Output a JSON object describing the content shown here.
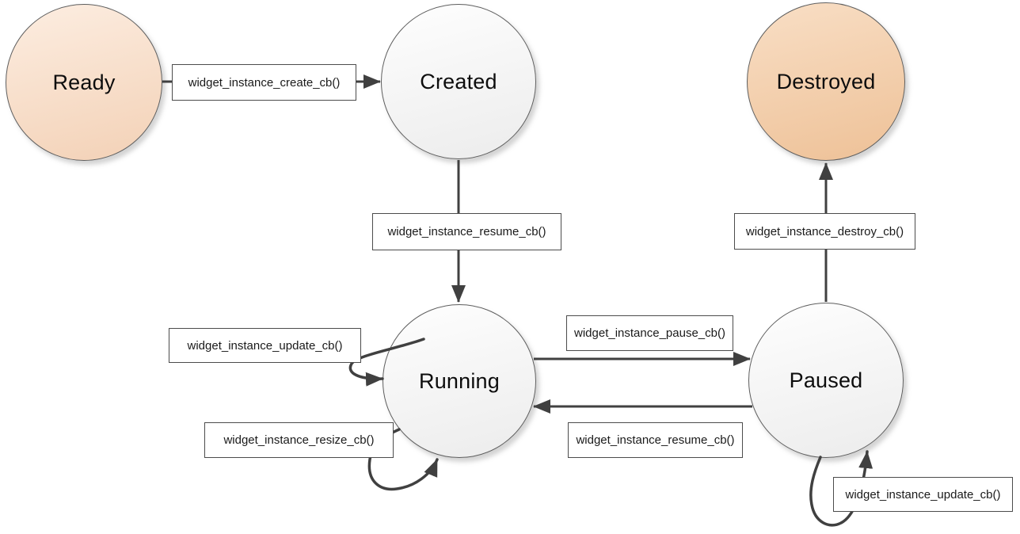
{
  "diagram": {
    "type": "state-machine",
    "background": "#ffffff",
    "states": [
      {
        "label": "Ready",
        "fill_top": "#fcecdf",
        "fill_bottom": "#f3d1b6"
      },
      {
        "label": "Created",
        "fill_top": "#fdfdfd",
        "fill_bottom": "#ececec"
      },
      {
        "label": "Destroyed",
        "fill_top": "#f8ddc3",
        "fill_bottom": "#eec197"
      },
      {
        "label": "Running",
        "fill_top": "#fdfdfd",
        "fill_bottom": "#ececec"
      },
      {
        "label": "Paused",
        "fill_top": "#fdfdfd",
        "fill_bottom": "#ececec"
      }
    ],
    "transitions": [
      {
        "label": "widget_instance_create_cb()",
        "from": "Ready",
        "to": "Created"
      },
      {
        "label": "widget_instance_resume_cb()",
        "from": "Created",
        "to": "Running"
      },
      {
        "label": "widget_instance_update_cb()",
        "from": "Running",
        "to": "Running"
      },
      {
        "label": "widget_instance_resize_cb()",
        "from": "Running",
        "to": "Running"
      },
      {
        "label": "widget_instance_pause_cb()",
        "from": "Running",
        "to": "Paused"
      },
      {
        "label": "widget_instance_resume_cb()",
        "from": "Paused",
        "to": "Running"
      },
      {
        "label": "widget_instance_destroy_cb()",
        "from": "Paused",
        "to": "Destroyed"
      },
      {
        "label": "widget_instance_update_cb()",
        "from": "Paused",
        "to": "Paused"
      }
    ],
    "colors": {
      "arrow": "#404040",
      "circle_border": "#5e5e5e",
      "label_box_border": "#4c4c4c",
      "text": "#0d0d0d"
    }
  }
}
